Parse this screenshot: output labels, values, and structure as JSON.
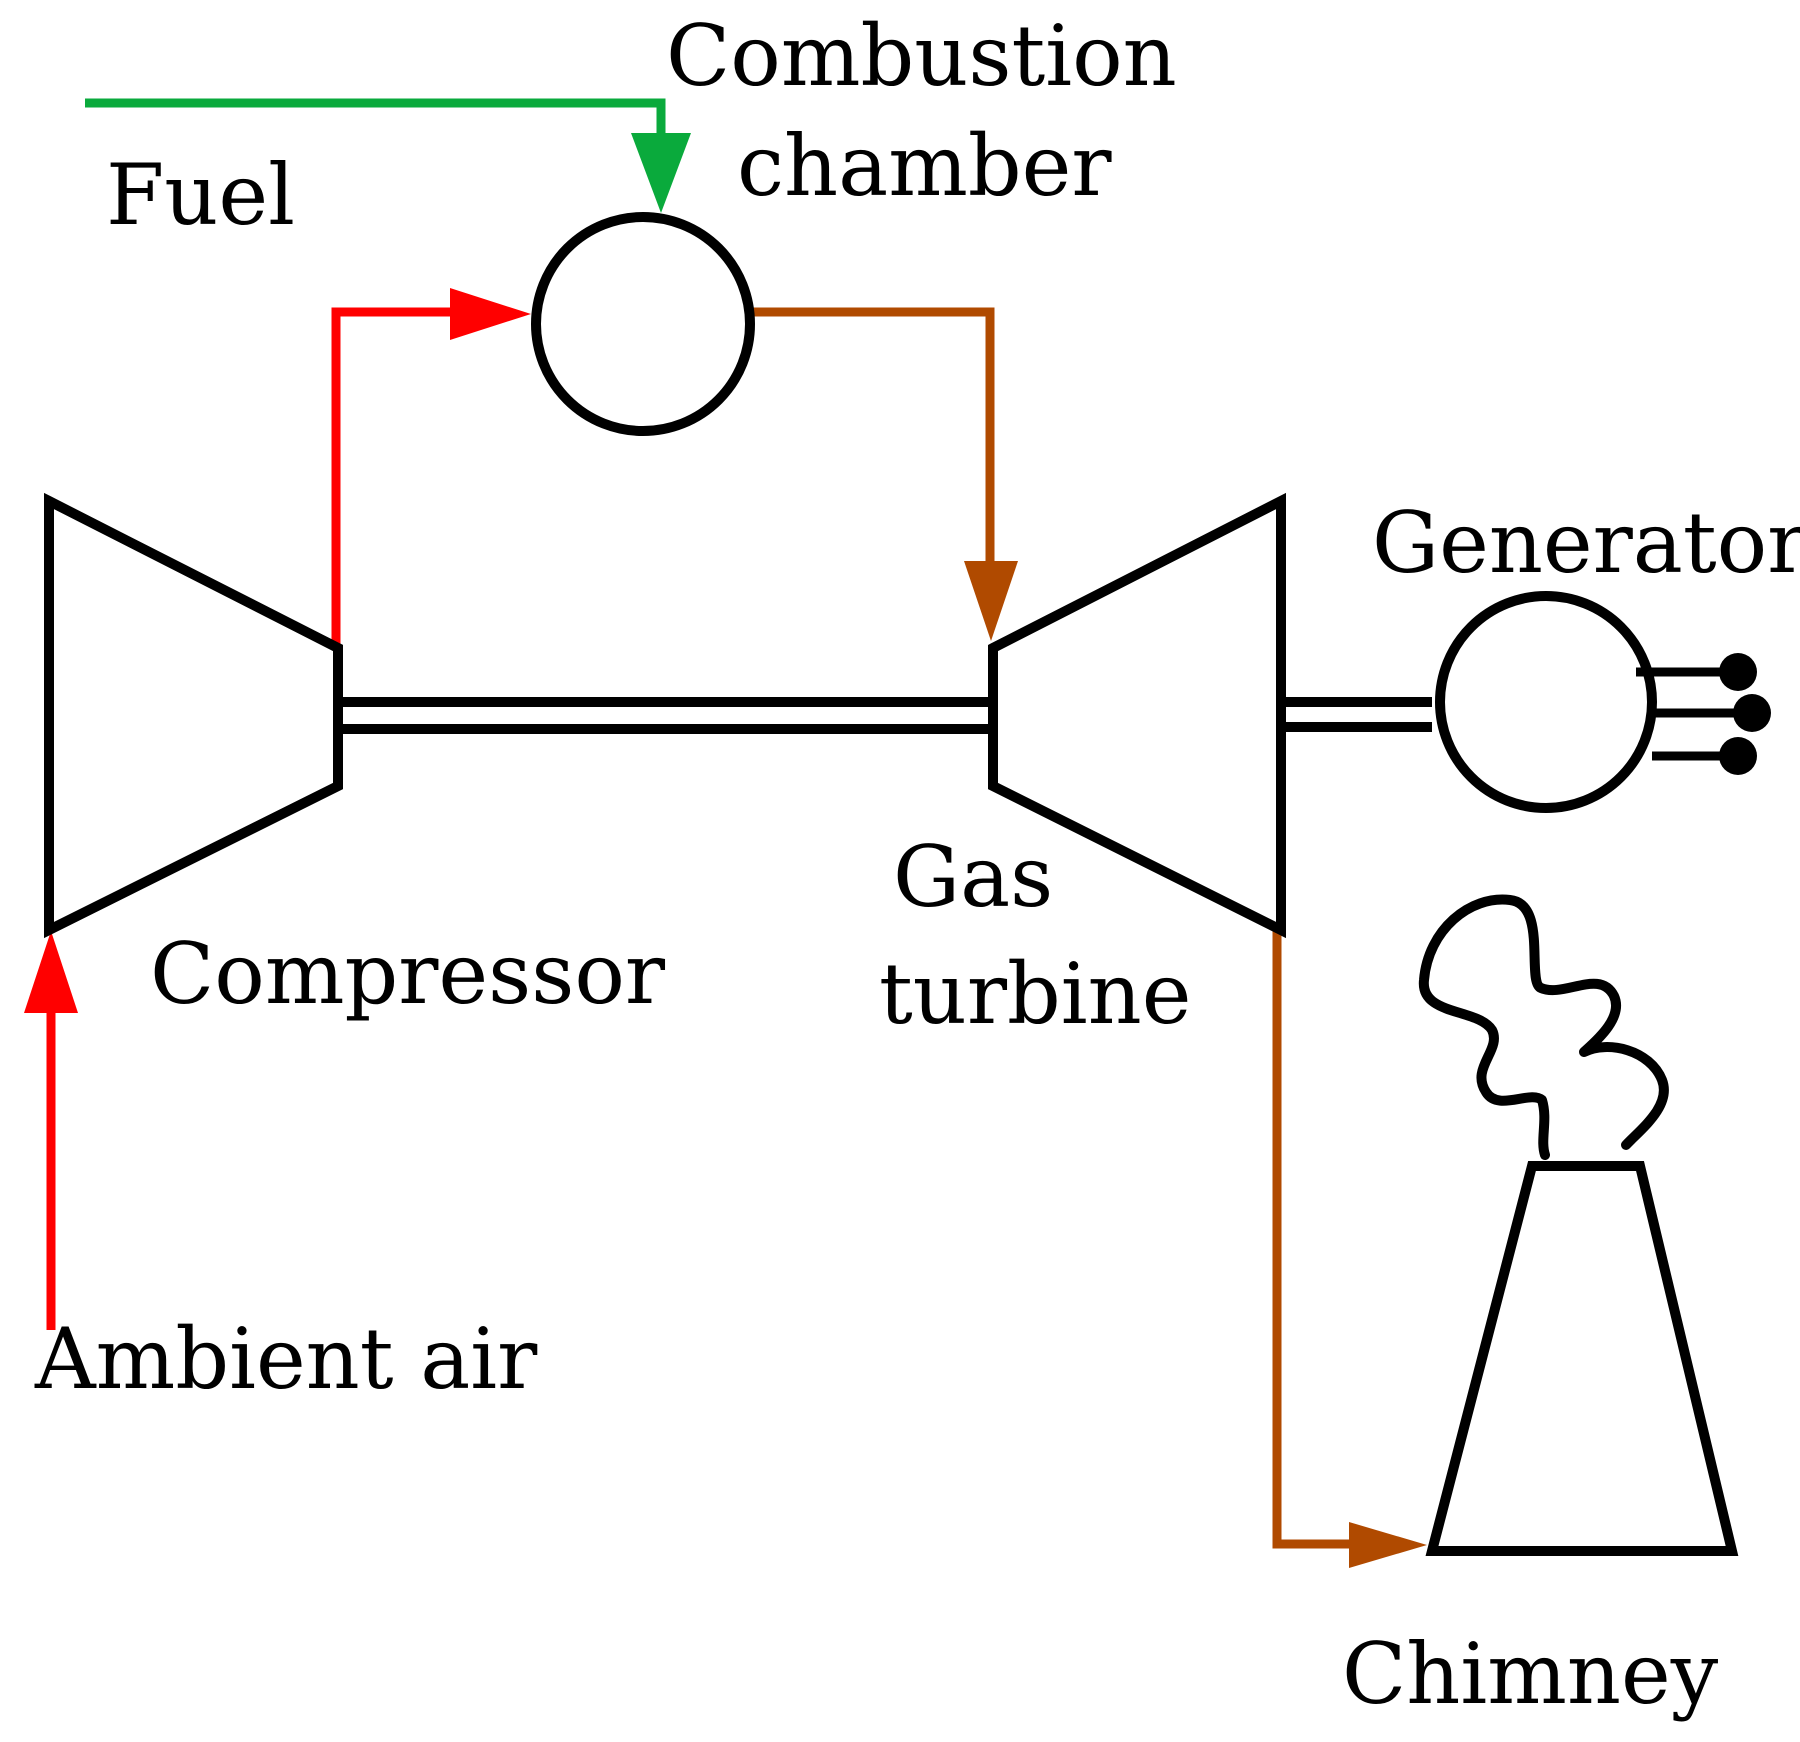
{
  "labels": {
    "combustion_line1": "Combustion",
    "combustion_line2": "chamber",
    "fuel": "Fuel",
    "generator": "Generator",
    "gas_line1": "Gas",
    "gas_line2": "turbine",
    "compressor": "Compressor",
    "ambient_air": "Ambient air",
    "chimney": "Chimney"
  },
  "colors": {
    "fuel_flow": "#0aaa3c",
    "air_flow": "#ff0000",
    "exhaust_flow": "#b04a00",
    "outline": "#000000"
  },
  "icons": {
    "compressor": "compressor-trapezoid-icon",
    "turbine": "gas-turbine-trapezoid-icon",
    "combustion_chamber": "combustion-chamber-circle-icon",
    "generator": "generator-circle-icon",
    "chimney": "chimney-stack-icon",
    "smoke": "smoke-plume-icon"
  }
}
